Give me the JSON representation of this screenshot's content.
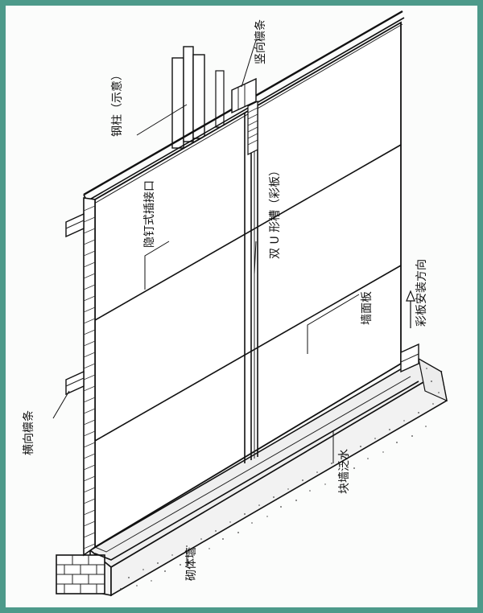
{
  "labels": {
    "steel_column": "钢柱（示意）",
    "vertical_purlin": "竖向檩条",
    "hidden_nail_joint": "隐钉式插接口",
    "double_u_channel": "双 U 形槽（彩板）",
    "wall_panel": "墙面板",
    "install_direction": "彩板安装方向",
    "horizontal_purlin": "横向檩条",
    "wall_base_flashing": "块墙泛水",
    "masonry_wall": "砌体墙"
  }
}
